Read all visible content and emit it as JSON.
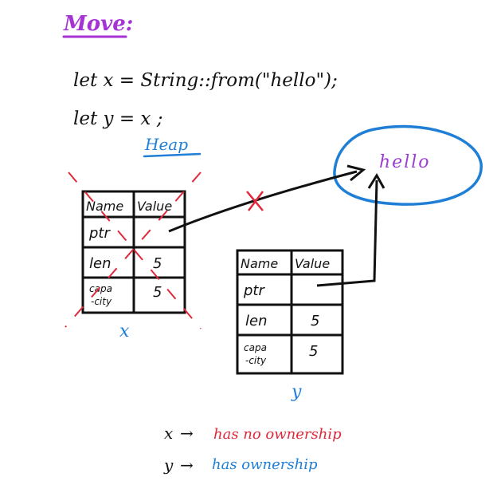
{
  "title": "Move:",
  "code": {
    "line1": "let  x = String::from(\"hello\");",
    "line2": "let  y = x ;"
  },
  "heap_label": "Heap",
  "heap_value": "hello",
  "table_x": {
    "headers": [
      "Name",
      "Value"
    ],
    "rows": [
      {
        "name": "ptr",
        "value": ""
      },
      {
        "name": "len",
        "value": "5"
      },
      {
        "name_line1": "capa",
        "name_line2": "-city",
        "value": "5"
      }
    ],
    "caption": "x"
  },
  "table_y": {
    "headers": [
      "Name",
      "Value"
    ],
    "rows": [
      {
        "name": "ptr",
        "value": ""
      },
      {
        "name": "len",
        "value": "5"
      },
      {
        "name_line1": "capa",
        "name_line2": "-city",
        "value": "5"
      }
    ],
    "caption": "y"
  },
  "notes": [
    {
      "var": "x",
      "arrow": "→",
      "text": "has no ownership"
    },
    {
      "var": "y",
      "arrow": "→",
      "text": "has ownership"
    }
  ],
  "colors": {
    "title": "#a533d6",
    "blue": "#1f7fd6",
    "red": "#e0283a",
    "ink": "#111111",
    "heap_text": "#9b3fd0"
  }
}
